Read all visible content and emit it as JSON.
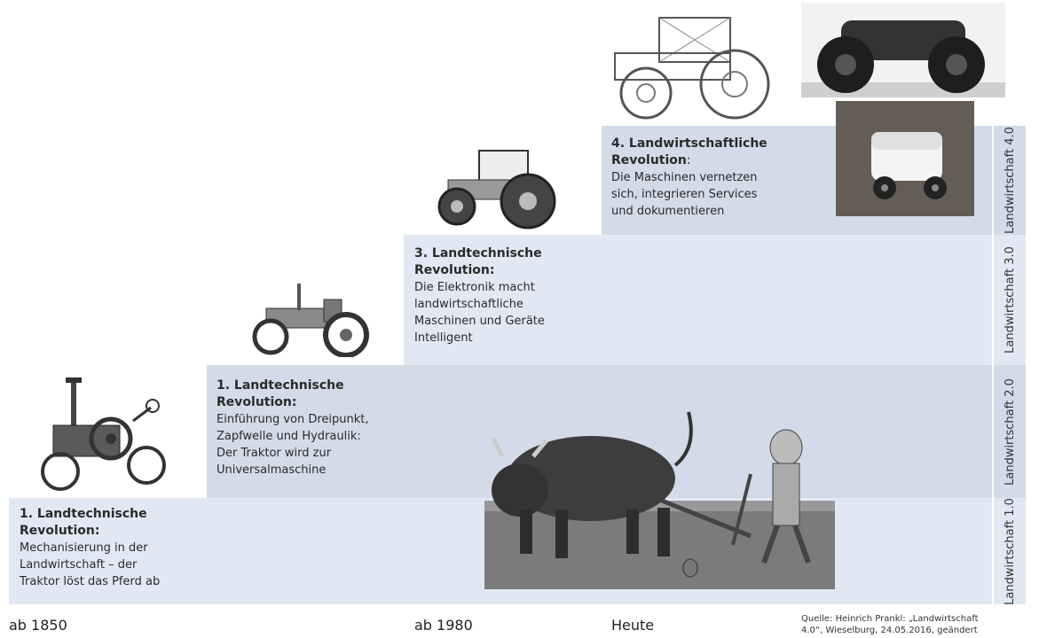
{
  "stages": [
    {
      "title_line1": "1. Landtechnische",
      "title_line2": "Revolution:",
      "desc": [
        "Mechanisierung in der",
        "Landwirtschaft – der",
        "Traktor löst das Pferd ab"
      ]
    },
    {
      "title_line1": "1. Landtechnische",
      "title_line2": "Revolution:",
      "desc": [
        "Einführung von Dreipunkt,",
        "Zapfwelle und Hydraulik:",
        "Der Traktor wird zur",
        "Universalmaschine"
      ]
    },
    {
      "title_line1": "3. Landtechnische",
      "title_line2": "Revolution:",
      "desc": [
        "Die Elektronik macht",
        "landwirtschaftliche",
        "Maschinen und Geräte",
        "Intelligent"
      ]
    },
    {
      "title_line1": "4. Landwirtschaftliche",
      "title_line2": "Revolution",
      "title_suffix": ":",
      "desc": [
        "Die Maschinen vernetzen",
        "sich, integrieren Services",
        "und dokumentieren"
      ]
    }
  ],
  "side_labels": [
    "Landwirtschaft 4.0",
    "Landwirtschaft 3.0",
    "Landwirtschaft 2.0",
    "Landwirtschaft 1.0"
  ],
  "eras": [
    "ab 1850",
    "ab 1980",
    "Heute"
  ],
  "source": [
    "Quelle: Heinrich Prankl: „Landwirtschaft",
    "4.0“, Wieselburg, 24.05.2016, geändert"
  ],
  "colors": {
    "light_band": "#e2e8f3",
    "mid_band": "#d3dbe9",
    "illustration_bg": "#f5f5f5"
  }
}
